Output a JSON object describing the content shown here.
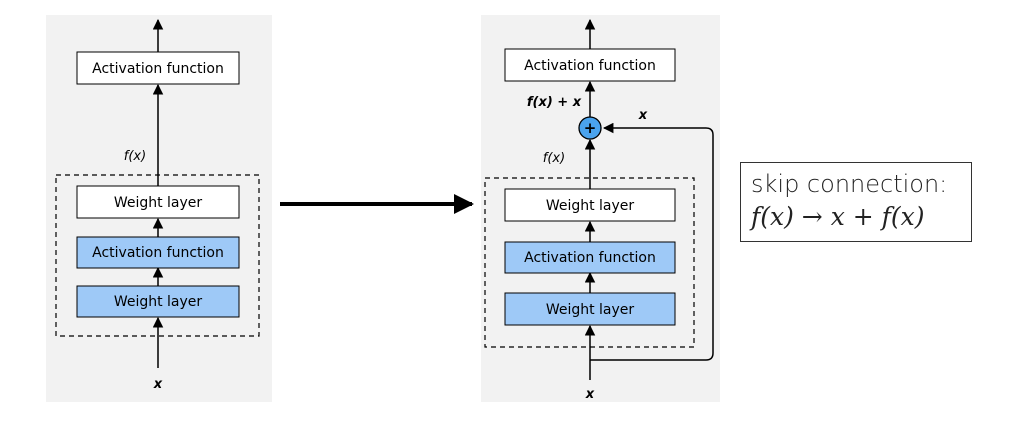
{
  "left_block": {
    "top_label": "Activation function",
    "output_label": "f(x)",
    "weight_top": "Weight layer",
    "activation_mid": "Activation function",
    "weight_bottom": "Weight layer",
    "input_label": "x"
  },
  "right_block": {
    "top_label": "Activation function",
    "sum_label": "f(x) + x",
    "plus_symbol": "+",
    "skip_label": "x",
    "output_label": "f(x)",
    "weight_top": "Weight layer",
    "activation_mid": "Activation function",
    "weight_bottom": "Weight layer",
    "input_label": "x"
  },
  "callout": {
    "title": "skip connection:",
    "formula": "f(x) → x + f(x)"
  },
  "colors": {
    "panel_bg": "#f2f2f2",
    "blue_box": "#9ec9f7",
    "plus_circle": "#4aa3ee"
  }
}
